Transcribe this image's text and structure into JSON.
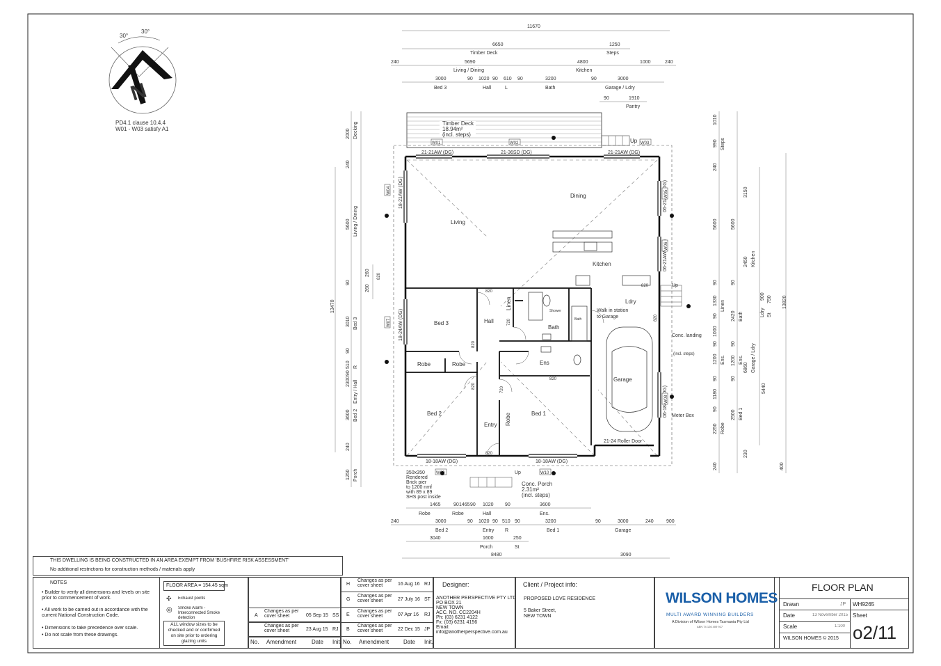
{
  "north": {
    "angle_left": "30°",
    "angle_right": "30°",
    "clause_line1": "PD4.1 clause 10.4.4",
    "clause_line2": "W01 - W03 satisfy A1"
  },
  "top_dims": {
    "overall": "11670",
    "deck": "6650",
    "deck_label": "Timber Deck",
    "steps": "1250",
    "steps_label": "Steps",
    "r1_a": "240",
    "r1_b": "5690",
    "r1_b_label": "Living / Dining",
    "r1_c": "4800",
    "r1_c_label": "Kitchen",
    "r1_d": "1000",
    "r1_e": "240",
    "r2": [
      "3000",
      "90",
      "1020",
      "90",
      "610",
      "90",
      "3200",
      "90",
      "3000"
    ],
    "r2_labels": [
      "Bed 3",
      "Hall",
      "L",
      "Bath",
      "Garage / Ldry"
    ],
    "pantry_a": "90",
    "pantry_b": "1910",
    "pantry_label": "Pantry"
  },
  "bottom_dims": {
    "r1": [
      "1465",
      "90",
      "1465",
      "90",
      "1020",
      "90",
      "3600"
    ],
    "r1_labels": [
      "Robe",
      "Robe",
      "Hall",
      "Ens."
    ],
    "r2": [
      "240",
      "3000",
      "90",
      "1020",
      "90",
      "510",
      "90",
      "3200",
      "90",
      "3000",
      "240",
      "900"
    ],
    "r2_labels": [
      "Bed 2",
      "Entry",
      "R",
      "Bed 1",
      "Garage"
    ],
    "r3": [
      "3040",
      "1600",
      "250"
    ],
    "r3_labels": [
      "Porch",
      "St"
    ],
    "r4": [
      "8480",
      "3090"
    ]
  },
  "left_dims": {
    "a": [
      "2000",
      "240",
      "5600",
      "90",
      "3010",
      "90",
      "510",
      "90",
      "2300",
      "3600",
      "240",
      "1250"
    ],
    "b": [
      "Decking",
      "Living / Dining",
      "Bed 3",
      "R",
      "Entry / Hall",
      "Bed 2",
      "Porch"
    ],
    "total": "13470",
    "c": [
      "260",
      "260"
    ]
  },
  "right_dims": {
    "a": [
      "1010",
      "990",
      "240",
      "5600",
      "90",
      "1330",
      "90",
      "1000",
      "90",
      "1200",
      "90",
      "1180",
      "90",
      "2250",
      "240"
    ],
    "a_labels": [
      "Steps",
      "Linen",
      "Ens.",
      "Robe"
    ],
    "b": [
      "5600",
      "90",
      "2420",
      "90",
      "1200",
      "90",
      "2500"
    ],
    "b_labels": [
      "Bath",
      "Ens.",
      "Bed 1"
    ],
    "c": [
      "3150",
      "2450",
      "900",
      "750",
      "6860",
      "5440",
      "230"
    ],
    "c_labels": [
      "Kitchen",
      "Ldry",
      "St",
      "Garage / Ldry"
    ],
    "total": "13820",
    "far": "400"
  },
  "rooms": {
    "deck": "Timber Deck",
    "deck_area": "18.94m²",
    "deck_incl": "(incl. steps)",
    "dining": "Dining",
    "living": "Living",
    "kitchen": "Kitchen",
    "bed3": "Bed 3",
    "hall": "Hall",
    "linen": "Linen",
    "bath": "Bath",
    "ldry": "Ldry",
    "robe1": "Robe",
    "robe2": "Robe",
    "ens": "Ens",
    "garage": "Garage",
    "bed2": "Bed 2",
    "entry": "Entry",
    "robe3": "Robe",
    "bed1": "Bed 1",
    "walk": "Walk in station",
    "to_garage": "to Garage",
    "meter": "Meter Box",
    "conc_landing": "Conc. landing",
    "conc_landing2": "(incl. steps)",
    "conc_porch": "Conc. Porch",
    "conc_porch_area": "2.31m²",
    "conc_porch_incl": "(incl. steps)",
    "pier_note": [
      "350x350",
      "Rendered",
      "Brick pier",
      "to 1200 nmf",
      "with 89 x 89",
      "SHS post inside"
    ],
    "roller": "21-24 Roller Door",
    "up": "Up",
    "up2": "Up",
    "up3": "Up",
    "shower": "Shower",
    "bath2": "Bath"
  },
  "windows": {
    "w1": "21-21AW (DG)",
    "w2": "21-36SD (DG)",
    "w3": "21-21AW (DG)",
    "w4": "18-21AW (DG)",
    "w5": "06-21AW (DG)",
    "w6": "06-21AW (DG)",
    "w7": "18-24AW (DG)",
    "w8": "06-18AW (DG)",
    "w9": "18-18AW (DG)",
    "w10": "18-18AW (DG)",
    "tags": [
      "W01",
      "W02",
      "W03",
      "W04",
      "W05",
      "W06",
      "W07",
      "W08",
      "W09",
      "W10"
    ],
    "sizes": [
      "820",
      "820",
      "820",
      "820",
      "820",
      "720",
      "720",
      "820",
      "820",
      "820"
    ]
  },
  "bushfire": {
    "line1": "THIS DWELLING IS BEING CONSTRUCTED IN AN AREA EXEMPT FROM 'BUSHFIRE RISK ASSESSMENT'",
    "line2": "No additional restrictions for construction methods / materials apply"
  },
  "notes": {
    "title": "NOTES",
    "items": [
      "Builder to verify all dimensions and levels on site prior to commencement of work.",
      "All work to be carried out in accordance with the current National Construction Code.",
      "Dimensions to take precedence over scale.",
      "Do not scale from these drawings."
    ]
  },
  "legend": {
    "floor_area": "FLOOR AREA = 154.45 sqm",
    "exhaust": "Exhaust points",
    "smoke": "Smoke Alarm - Interconnected Smoke detection",
    "window_note": "ALL window sizes to be checked and or confirmed on site prior to ordering glazing units"
  },
  "amendments_left": {
    "rows": [
      {
        "rev": "",
        "text": "",
        "date": "",
        "init": ""
      },
      {
        "rev": "",
        "text": "",
        "date": "",
        "init": ""
      },
      {
        "rev": "A",
        "text": "Changes as per cover sheet",
        "date": "05 Sep 15",
        "init": "SS"
      },
      {
        "rev": "",
        "text": "Changes as per cover sheet",
        "date": "23 Aug 15",
        "init": "RJ"
      }
    ],
    "h_no": "No.",
    "h_amend": "Amendment",
    "h_date": "Date",
    "h_init": "Init."
  },
  "amendments_right": {
    "rows": [
      {
        "rev": "H",
        "text": "Changes as per cover sheet",
        "date": "16 Aug 16",
        "init": "RJ"
      },
      {
        "rev": "G",
        "text": "Changes as per cover sheet",
        "date": "27 July 16",
        "init": "ST"
      },
      {
        "rev": "E",
        "text": "Changes as per cover sheet",
        "date": "07 Apr 16",
        "init": "RJ"
      },
      {
        "rev": "B",
        "text": "Changes as per cover sheet",
        "date": "22 Dec 15",
        "init": "JP"
      }
    ],
    "h_no": "No.",
    "h_amend": "Amendment",
    "h_date": "Date",
    "h_init": "Init."
  },
  "designer": {
    "label": "Designer:",
    "lines": [
      "ANOTHER PERSPECTIVE PTY LTD",
      "PO BOX 21",
      "NEW TOWN",
      "ACC. NO. CC2204H",
      "Ph: (03) 6231 4122",
      "Fx: (03) 6231 4156",
      "Email:",
      "info@anotherperspective.com.au"
    ]
  },
  "client": {
    "label": "Client / Project info:",
    "lines": [
      "PROPOSED LOVE RESIDENCE",
      "",
      "5 Baker Street,",
      "NEW TOWN"
    ]
  },
  "brand": {
    "name": "WILSON HOMES",
    "tagline": "MULTI AWARD WINNING BUILDERS",
    "sub": "A Division of Wilson Homes Tasmania Pty Ltd",
    "abn": "ABN 74 126 409 917"
  },
  "sheet": {
    "title": "FLOOR PLAN",
    "drawn_label": "Drawn",
    "drawn": "JP",
    "job": "WH9265",
    "date_label": "Date",
    "date": "13 November 2015",
    "sheet_label": "Sheet",
    "scale_label": "Scale",
    "scale": "1:100",
    "copyright": "WILSON HOMES © 2015",
    "sheet_no": "o2/11"
  },
  "colors": {
    "line": "#111111",
    "dim": "#555555",
    "brand": "#1a5fa8"
  }
}
